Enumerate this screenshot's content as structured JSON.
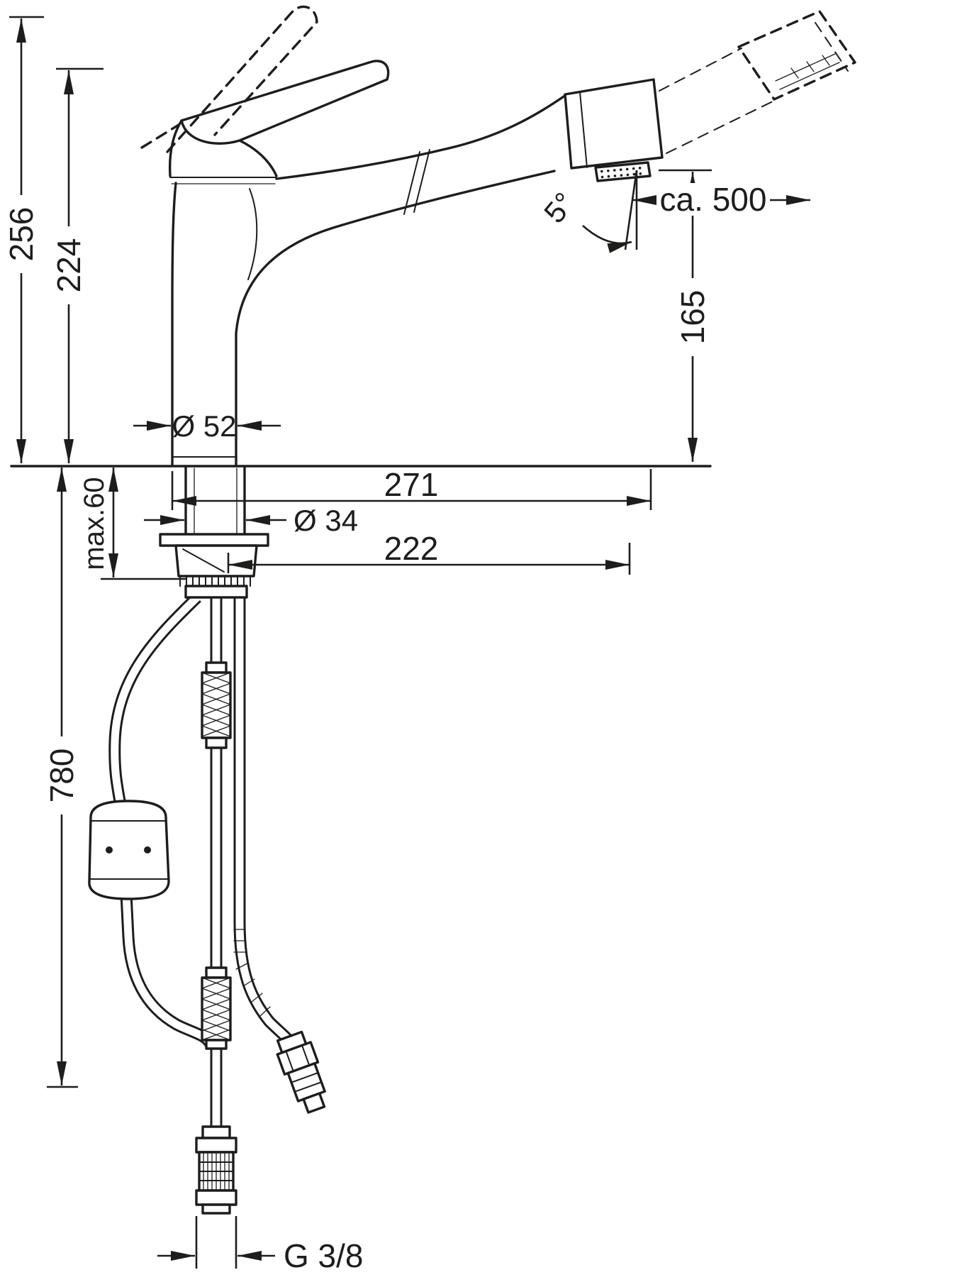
{
  "colors": {
    "ink": "#1d1d1b",
    "background": "#ffffff"
  },
  "drawing": {
    "dimensions": {
      "total_height": "256",
      "handle_height": "224",
      "spray_angle": "5°",
      "pullout_extension": "ca. 500",
      "outlet_height": "165",
      "body_diameter": "Ø 52",
      "spout_reach": "271",
      "max_deck_thickness": "max.60",
      "shank_diameter": "Ø 34",
      "outlet_reach": "222",
      "hose_length": "780",
      "connection_thread": "G 3/8"
    }
  }
}
